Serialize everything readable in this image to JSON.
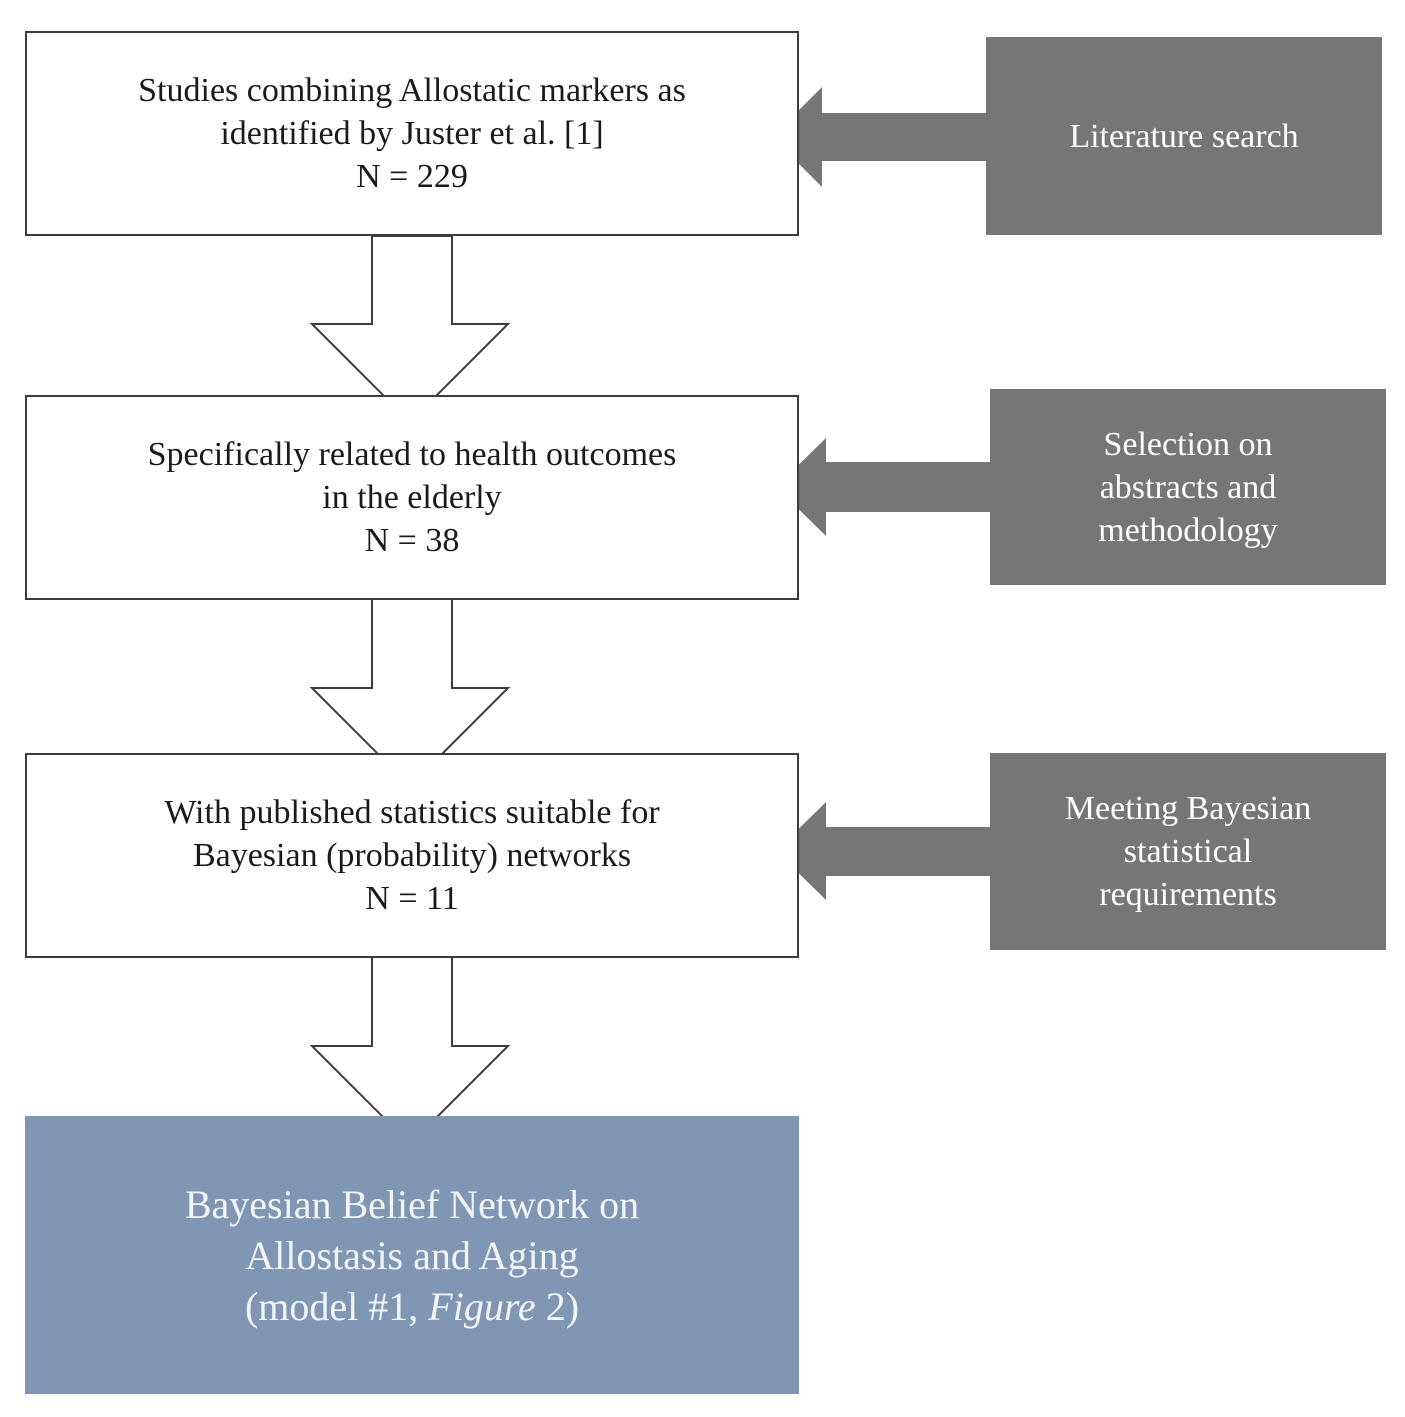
{
  "steps": [
    {
      "lines": [
        "Studies combining Allostatic markers as",
        "identified by Juster et al. [1]"
      ],
      "count": "N = 229"
    },
    {
      "lines": [
        "Specifically related to health outcomes",
        "in the elderly"
      ],
      "count": "N = 38"
    },
    {
      "lines": [
        "With published statistics suitable for",
        "Bayesian (probability) networks"
      ],
      "count": "N = 11"
    }
  ],
  "side_labels": [
    {
      "lines": [
        "Literature search"
      ]
    },
    {
      "lines": [
        "Selection on",
        "abstracts and",
        "methodology"
      ]
    },
    {
      "lines": [
        "Meeting Bayesian",
        "statistical",
        "requirements"
      ]
    }
  ],
  "result": {
    "line1": "Bayesian Belief Network on",
    "line2": "Allostasis and Aging",
    "line3_pre": "(model #1, ",
    "line3_italic": "Figure",
    "line3_post": " 2)"
  },
  "colors": {
    "step_border": "#3c3c3c",
    "side_box": "#767676",
    "result_box": "#8097b4"
  }
}
